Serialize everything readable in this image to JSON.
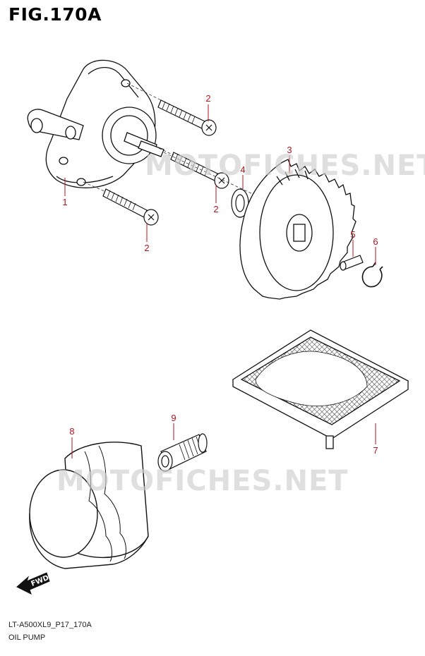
{
  "title": "FIG.170A",
  "watermark": "MOTOFICHES.NET",
  "fwd_label": "FWD",
  "parts": [
    {
      "number": "1"
    },
    {
      "number": "2"
    },
    {
      "number": "2"
    },
    {
      "number": "2"
    },
    {
      "number": "3"
    },
    {
      "number": "4"
    },
    {
      "number": "5"
    },
    {
      "number": "6"
    },
    {
      "number": "7"
    },
    {
      "number": "8"
    },
    {
      "number": "9"
    }
  ],
  "footer": {
    "code": "LT-A500XL9_P17_170A",
    "name": "OIL PUMP"
  },
  "colors": {
    "label": "#b4141e",
    "line": "#111111",
    "watermark": "#cfcfcf"
  }
}
